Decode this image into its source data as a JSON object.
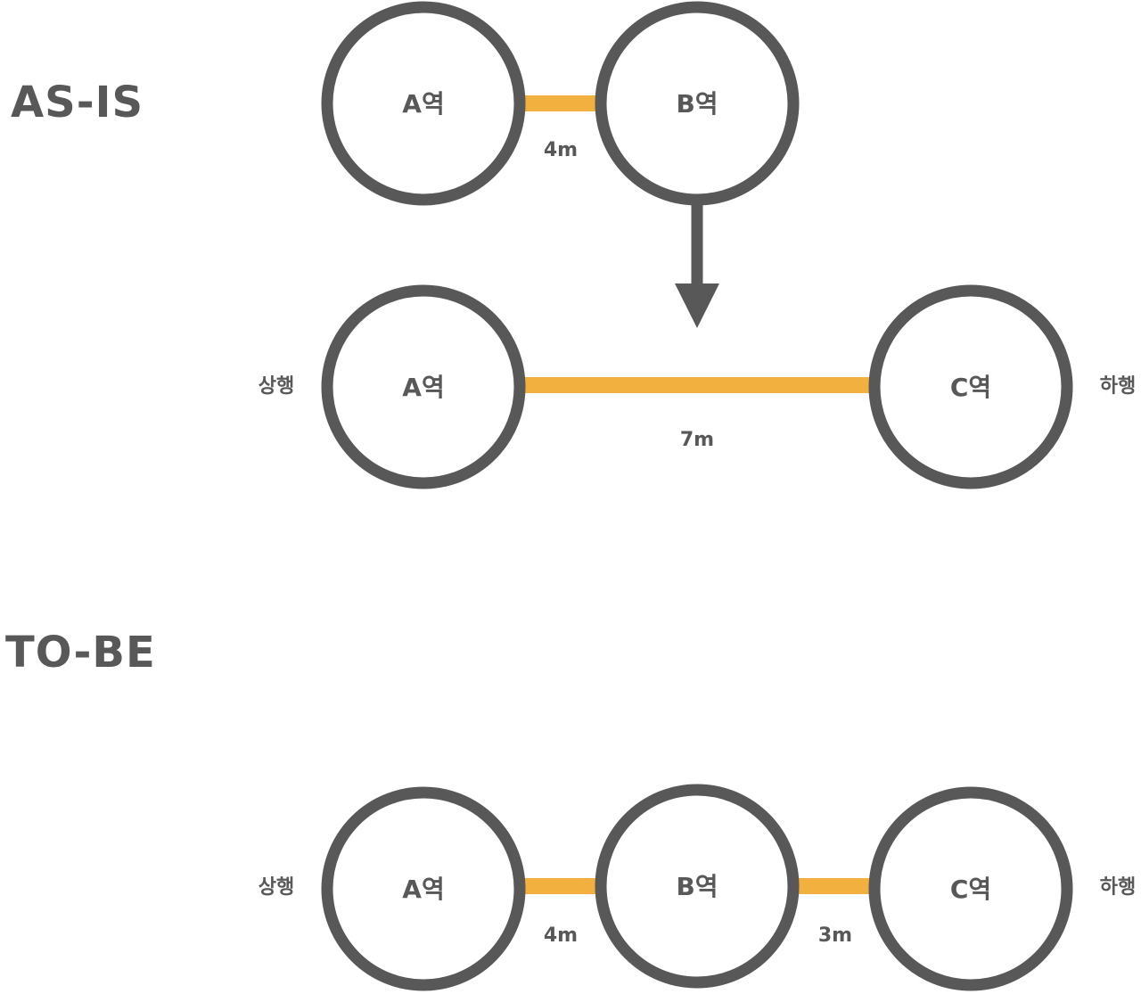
{
  "colors": {
    "ink": "#585858",
    "track": "#f2b13f",
    "background": "#ffffff"
  },
  "as_is": {
    "heading": "AS-IS",
    "before": {
      "stations": [
        "A역",
        "B역"
      ],
      "distance": "4m"
    },
    "after": {
      "stations": [
        "A역",
        "C역"
      ],
      "distance": "7m",
      "up_label": "상행",
      "down_label": "하행"
    }
  },
  "to_be": {
    "heading": "TO-BE",
    "stations": [
      "A역",
      "B역",
      "C역"
    ],
    "distances": [
      "4m",
      "3m"
    ],
    "up_label": "상행",
    "down_label": "하행"
  }
}
